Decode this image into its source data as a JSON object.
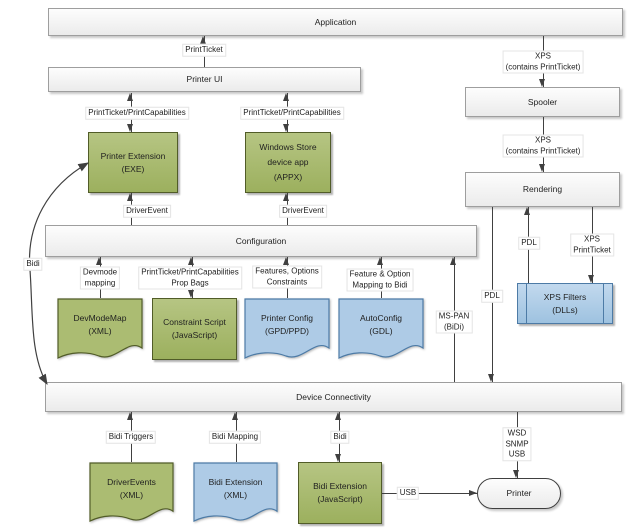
{
  "diagram": {
    "boxes": {
      "application": "Application",
      "printer_ui": "Printer UI",
      "printer_extension": "Printer Extension\n(EXE)",
      "windows_store": "Windows Store\ndevice app\n(APPX)",
      "configuration": "Configuration",
      "devmodemap": "DevModeMap\n(XML)",
      "constraint_script": "Constraint Script\n(JavaScript)",
      "printer_config": "Printer Config\n(GPD/PPD)",
      "autoconfig": "AutoConfig\n(GDL)",
      "spooler": "Spooler",
      "rendering": "Rendering",
      "xps_filters": "XPS Filters\n(DLLs)",
      "device_connectivity": "Device Connectivity",
      "driverevents": "DriverEvents\n(XML)",
      "bidi_ext_xml": "Bidi Extension\n(XML)",
      "bidi_ext_js": "Bidi Extension\n(JavaScript)",
      "printer": "Printer"
    },
    "edge_labels": {
      "printticket": "PrintTicket",
      "ptpc_left": "PrintTicket/PrintCapabilities",
      "ptpc_right": "PrintTicket/PrintCapabilities",
      "driverevent_left": "DriverEvent",
      "driverevent_right": "DriverEvent",
      "devmode_mapping": "Devmode\nmapping",
      "prop_bags": "PrintTicket/PrintCapabilities\nProp Bags",
      "features_constraints": "Features, Options\nConstraints",
      "feature_mapping": "Feature & Option\nMapping to Bidi",
      "bidi_left": "Bidi",
      "ms_pan": "MS-PAN\n(BiDi)",
      "pdl_down": "PDL",
      "pdl_up": "PDL",
      "xps_contains_1": "XPS\n(contains PrintTicket)",
      "xps_contains_2": "XPS\n(contains PrintTicket)",
      "xps_printticket": "XPS\nPrintTicket",
      "bidi_triggers": "Bidi Triggers",
      "bidi_mapping": "Bidi Mapping",
      "bidi_bottom": "Bidi",
      "wsd_snmp_usb": "WSD\nSNMP\nUSB",
      "usb": "USB"
    },
    "colors": {
      "green_fill": "#b6c583",
      "green_fill2": "#9cb05e",
      "green_border": "#515c28",
      "blue_fill": "#c2d9ee",
      "blue_fill2": "#9ec2e0",
      "blue_border": "#4d7ba6",
      "gray_fill": "#fdfdfd",
      "gray_fill2": "#ebebeb",
      "gray_border": "#9e9e9e",
      "line": "#404040",
      "label_border": "#e4e4e4",
      "text": "#1f1f1f"
    }
  }
}
